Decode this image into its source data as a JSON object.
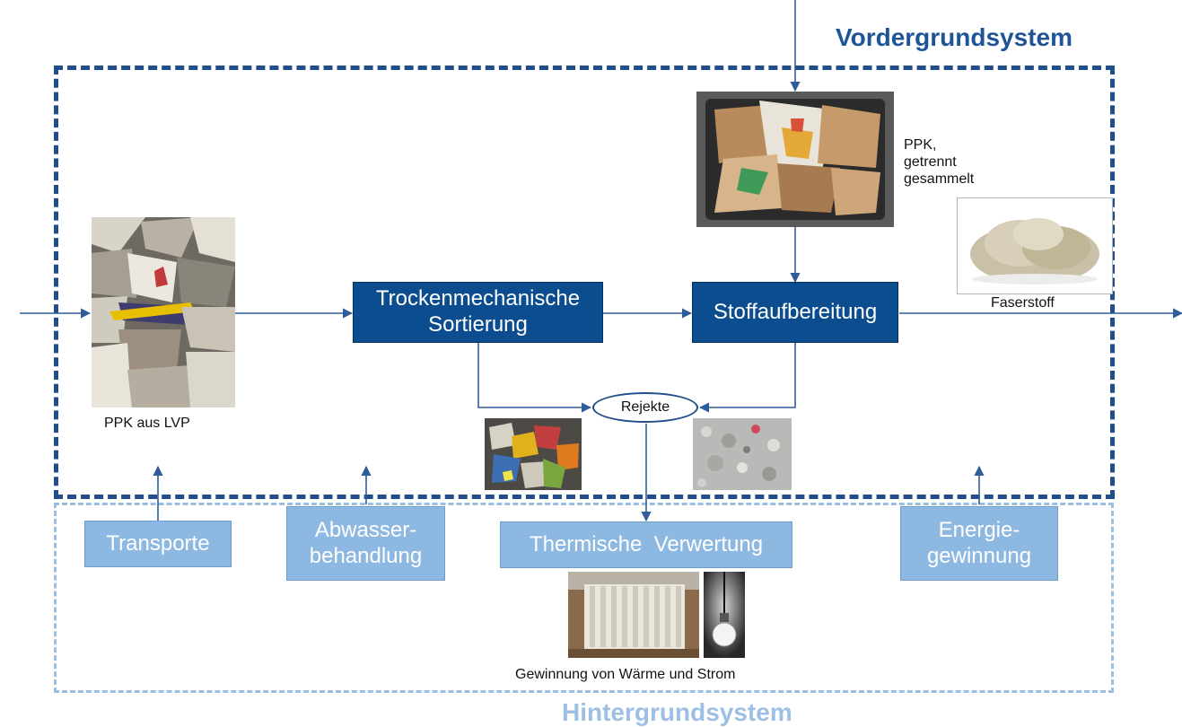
{
  "titles": {
    "foreground": "Vordergrundsystem",
    "background": "Hintergrundsystem"
  },
  "processes": {
    "sorting": [
      "Trockenmechanische",
      "Sortierung"
    ],
    "preparation": "Stoffaufbereitung"
  },
  "background_processes": {
    "transport": "Transporte",
    "wastewater": [
      "Abwasser-",
      "behandlung"
    ],
    "thermal": "Thermische  Verwertung",
    "energy": [
      "Energie-",
      "gewinnung"
    ]
  },
  "labels": {
    "ppk_lvp": "PPK aus LVP",
    "ppk_separate": [
      "PPK,",
      "getrennt",
      "gesammelt"
    ],
    "fiber": "Faserstoff",
    "rejects": "Rejekte",
    "heat_power": "Gewinnung von Wärme und Strom"
  },
  "colors": {
    "foreground_frame": "#1f4e88",
    "background_frame": "#9bbfe0",
    "process_box": "#0b4d8f",
    "background_box": "#8db8e2",
    "arrow": "#2f5d9b"
  }
}
